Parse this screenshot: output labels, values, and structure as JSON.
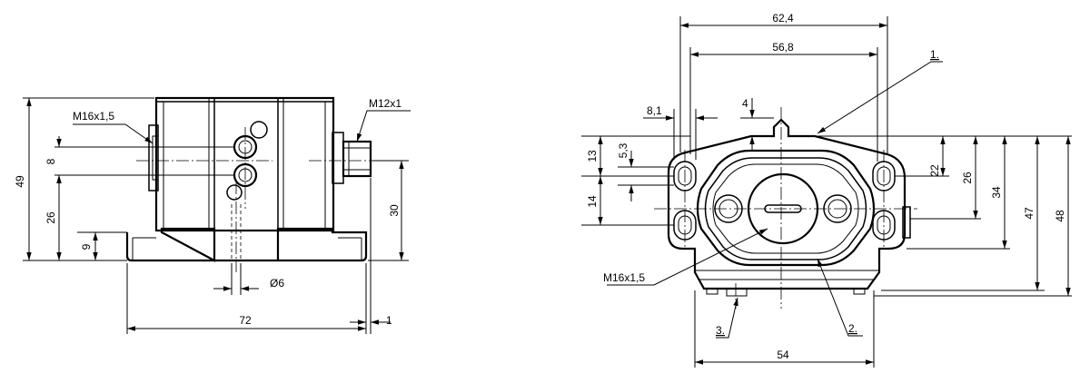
{
  "left_view": {
    "thread_label": "M16x1,5",
    "connector_label": "M12x1",
    "dim_49": "49",
    "dim_8": "8",
    "dim_26": "26",
    "dim_9": "9",
    "dim_30": "30",
    "dim_phi6": "Ø6",
    "dim_72": "72",
    "dim_1": "1"
  },
  "right_view": {
    "dim_62_4": "62,4",
    "dim_56_8": "56,8",
    "dim_8_1": "8,1",
    "dim_4": "4",
    "dim_13": "13",
    "dim_5_3": "5,3",
    "dim_14": "14",
    "dim_22": "22",
    "dim_26": "26",
    "dim_34": "34",
    "dim_47": "47",
    "dim_48": "48",
    "dim_54": "54",
    "thread_label": "M16x1,5",
    "callout_1": "1.",
    "callout_2": "2.",
    "callout_3": "3."
  }
}
